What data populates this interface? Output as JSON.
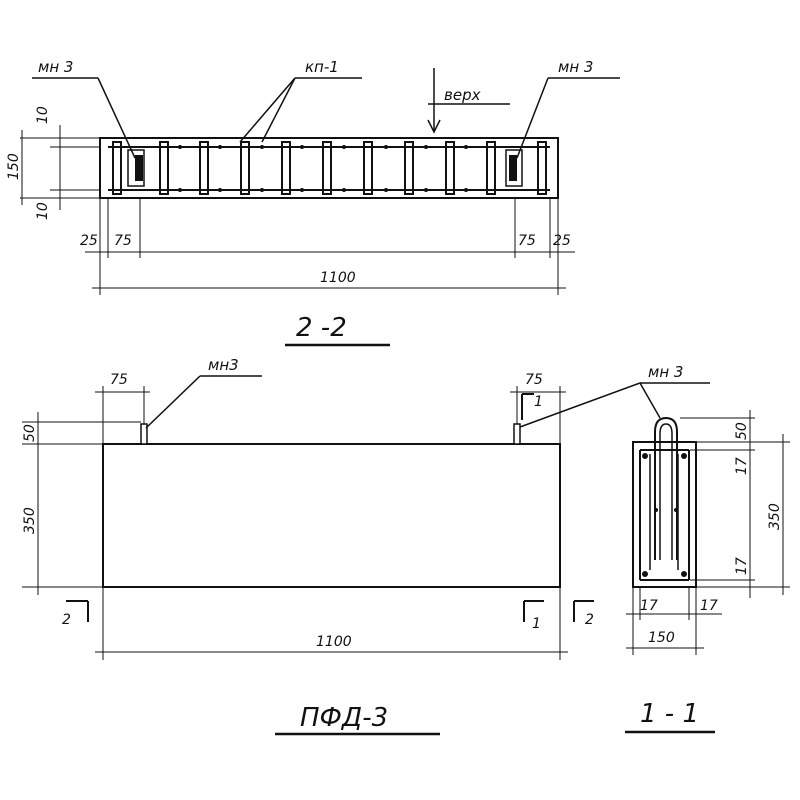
{
  "labels": {
    "mn3_tl": "мн 3",
    "kp1": "кп-1",
    "mn3_tr": "мн 3",
    "verh": "верх",
    "dim_10_top": "10",
    "dim_150_left": "150",
    "dim_10_bot": "10",
    "dim_25_l": "25",
    "dim_75_l": "75",
    "dim_75_r": "75",
    "dim_25_r": "25",
    "dim_1100_top": "1100",
    "section_22": "2 -2",
    "dim_75_a": "75",
    "mn3_mid": "мн3",
    "dim_75_b": "75",
    "mn3_right": "мн 3",
    "dim_50": "50",
    "dim_350": "350",
    "cut_2_left": "2",
    "cut_1": "1",
    "cut_2_right": "2",
    "cut_1_top": "1",
    "dim_1100_bot": "1100",
    "title_pfd": "ПФД-3",
    "dim_50_r": "50",
    "dim_17_a": "17",
    "dim_350_r": "350",
    "dim_17_b": "17",
    "dim_17_c": "17",
    "dim_17_d": "17",
    "dim_150_bot": "150",
    "section_11": "1 - 1"
  }
}
